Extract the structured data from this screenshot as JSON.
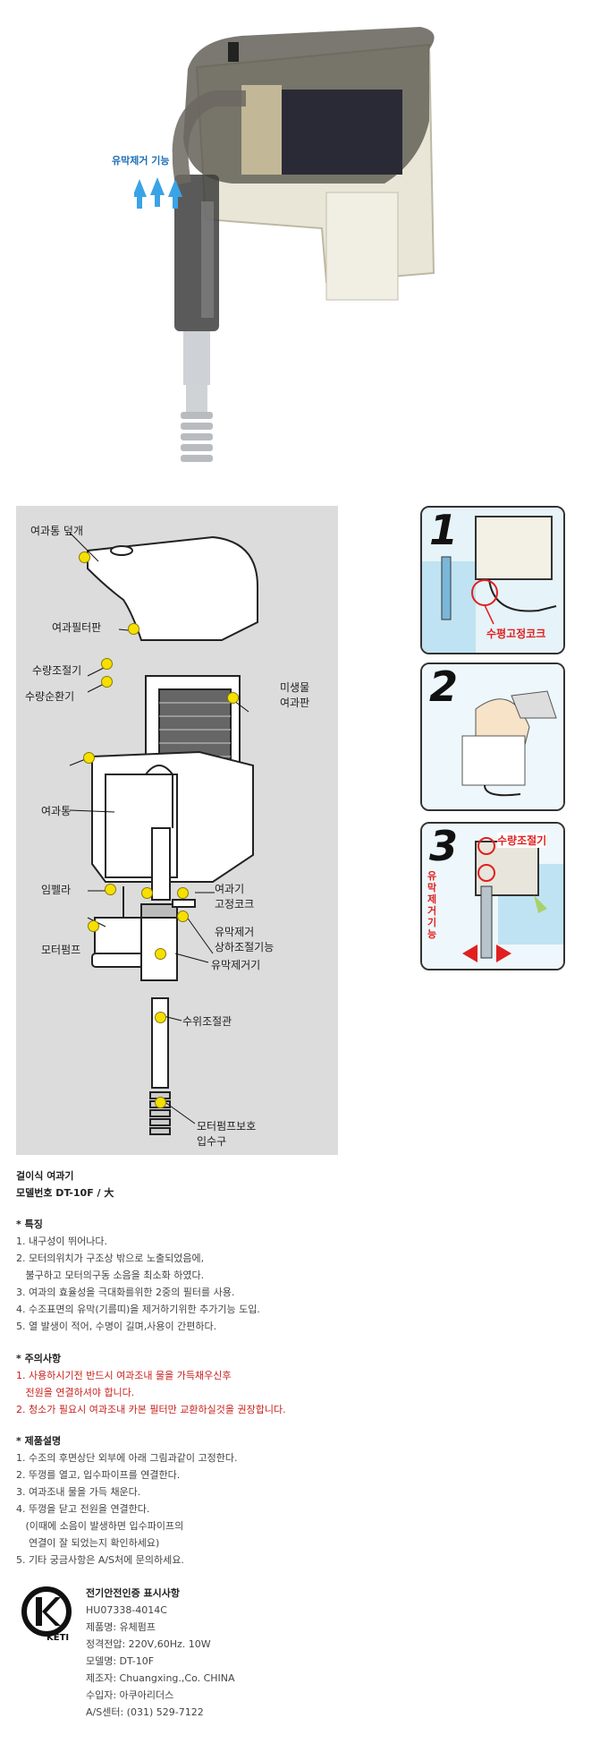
{
  "photo": {
    "caption": "유막제거 기능"
  },
  "diagram": {
    "labels": {
      "lid": "여과통 덮개",
      "filter_plate": "여과필터판",
      "flow_control": "수량조절기",
      "flow_circulator": "수량순환기",
      "filter_box": "여과통",
      "impeller": "임펠라",
      "motor_pump": "모터펌프",
      "bio_filter_1": "미생물",
      "bio_filter_2": "여과판",
      "fix_cock_1": "여과기",
      "fix_cock_2": "고정코크",
      "skim_adj_1": "유막제거",
      "skim_adj_2": "상하조절기능",
      "skimmer": "유막제거기",
      "water_level_pipe": "수위조절관",
      "intake_1": "모터펌프보호",
      "intake_2": "입수구"
    }
  },
  "steps": [
    {
      "number": "1",
      "label": "수평고정코크"
    },
    {
      "number": "2",
      "label": ""
    },
    {
      "number": "3",
      "label": "수량조절기",
      "vertical_label": "유막제거기능"
    }
  ],
  "product": {
    "title": "걸이식 여과기",
    "model": "모델번호 DT-10F / 大"
  },
  "features": {
    "heading": "* 특징",
    "items": [
      "1. 내구성이 뛰어나다.",
      "2. 모터의위치가 구조상 밖으로 노출되었음에,",
      "   불구하고 모터의구동 소음을 최소화 하였다.",
      "3. 여과의 효율성을 극대화를위한 2중의 필터를 사용.",
      "4. 수조표면의 유막(기름띠)을 제거하기위한 추가기능 도입.",
      "5. 열 발생이 적어, 수명이 길며,사용이 간편하다."
    ]
  },
  "cautions": {
    "heading": "* 주의사항",
    "items": [
      "1. 사용하시기전 반드시 여과조내 물을 가득채우신후",
      "   전원을 연결하셔야 합니다.",
      "2. 청소가 필요시 여과조내 카본 필터만 교환하실것을 권장합니다."
    ]
  },
  "instructions": {
    "heading": "* 제품설명",
    "items": [
      "1. 수조의 후면상단 외부에 아래 그림과같이 고정한다.",
      "2. 뚜껑를 열고, 입수파이프를 연결한다.",
      "3. 여과조내 물을 가득 채운다.",
      "4. 뚜껑을 닫고 전원을 연결한다.",
      "   (이때에 소음이 발생하면 입수파이프의",
      "    연결이 잘 되었는지 확인하세요)",
      "5. 기타 궁금사항은 A/S처에 문의하세요."
    ]
  },
  "certification": {
    "logo_text": "KETI",
    "heading": "전기안전인증 표시사항",
    "lines": [
      "HU07338-4014C",
      "제품명: 유체펌프",
      "정격전압: 220V,60Hz. 10W",
      "모델명: DT-10F",
      "제조자: Chuangxing.,Co. CHINA",
      "수입자: 아쿠아리더스",
      "A/S센터: (031) 529-7122"
    ]
  }
}
